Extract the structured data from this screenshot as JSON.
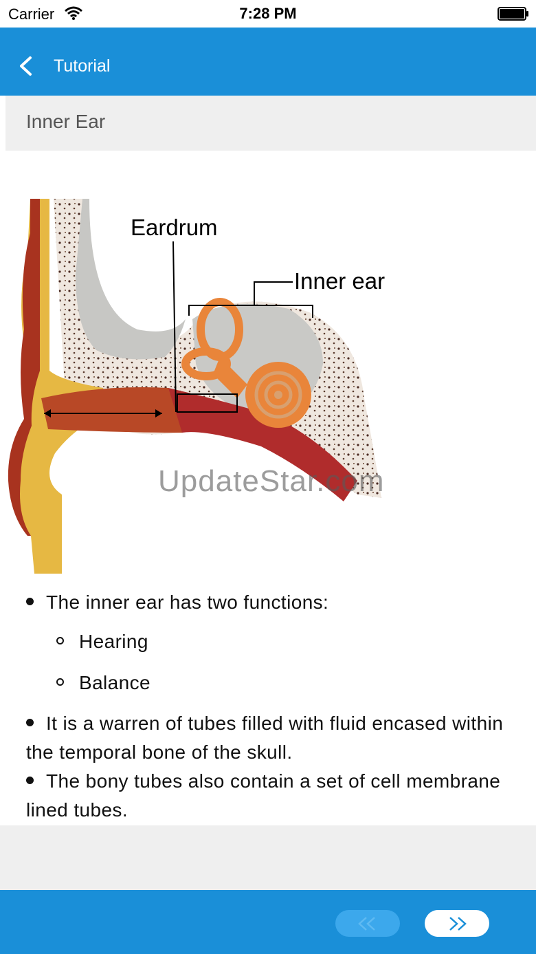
{
  "status_bar": {
    "carrier": "Carrier",
    "time": "7:28 PM"
  },
  "nav": {
    "back_label": "Tutorial"
  },
  "section": {
    "title": "Inner Ear"
  },
  "diagram": {
    "labels": {
      "eardrum": "Eardrum",
      "inner_ear": "Inner ear"
    },
    "watermark": "UpdateStar.com"
  },
  "content": {
    "bullet_1": "The inner ear has two functions:",
    "sub_items": [
      "Hearing",
      "Balance"
    ],
    "bullet_2": "It is a warren of tubes filled with fluid encased within the temporal bone of the skull.",
    "bullet_3": "The bony tubes also contain a set of cell membrane lined tubes."
  },
  "colors": {
    "accent": "#1a8fd8",
    "prev_disabled": "#3ca8ec",
    "header_gray": "#efefef"
  },
  "icons": {
    "back": "chevron-left-icon",
    "prev": "double-chevron-left-icon",
    "next": "double-chevron-right-icon"
  }
}
